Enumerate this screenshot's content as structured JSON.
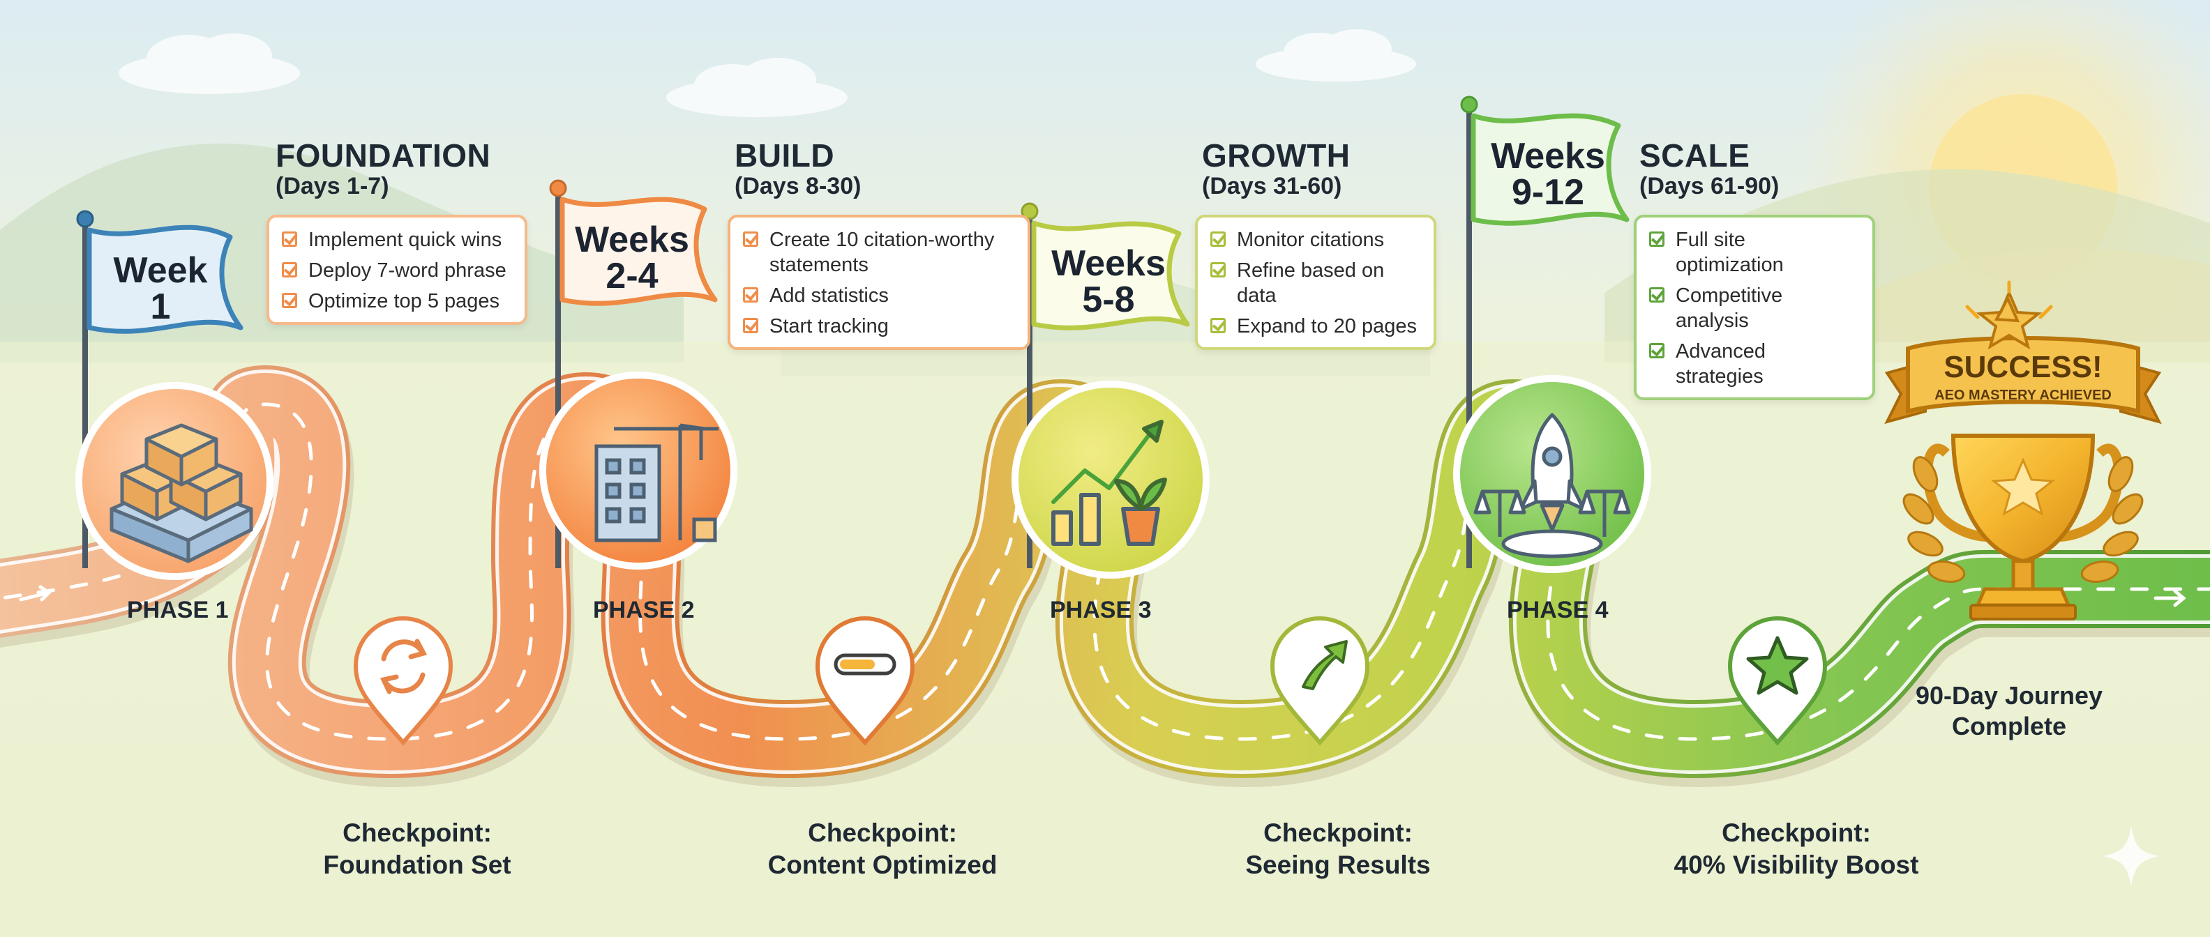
{
  "colors": {
    "phase1": "#f3a46a",
    "phase2": "#f0894a",
    "phase3": "#bccf4a",
    "phase4": "#7cc04e",
    "sky_top": "#d9eef5",
    "ground": "#eef0c9",
    "gold": "#e9a62a"
  },
  "phases": [
    {
      "title": "FOUNDATION",
      "days": "(Days 1-7)",
      "flag": [
        "Week",
        "1"
      ],
      "label": "PHASE 1",
      "icon": "blocks-icon",
      "tasks": [
        "Implement quick wins",
        "Deploy 7-word phrase",
        "Optimize top 5 pages"
      ]
    },
    {
      "title": "BUILD",
      "days": "(Days 8-30)",
      "flag": [
        "Weeks",
        "2-4"
      ],
      "label": "PHASE 2",
      "icon": "crane-building-icon",
      "tasks": [
        "Create 10 citation-worthy statements",
        "Add statistics",
        "Start tracking"
      ]
    },
    {
      "title": "GROWTH",
      "days": "(Days 31-60)",
      "flag": [
        "Weeks",
        "5-8"
      ],
      "label": "PHASE 3",
      "icon": "growth-chart-icon",
      "tasks": [
        "Monitor citations",
        "Refine based on data",
        "Expand to 20 pages"
      ]
    },
    {
      "title": "SCALE",
      "days": "(Days 61-90)",
      "flag": [
        "Weeks",
        "9-12"
      ],
      "label": "PHASE 4",
      "icon": "rocket-icon",
      "tasks": [
        "Full site optimization",
        "Competitive analysis",
        "Advanced strategies"
      ]
    }
  ],
  "checkpoints": [
    {
      "line1": "Checkpoint:",
      "line2": "Foundation Set",
      "icon": "refresh-icon"
    },
    {
      "line1": "Checkpoint:",
      "line2": "Content Optimized",
      "icon": "progress-bar-icon"
    },
    {
      "line1": "Checkpoint:",
      "line2": "Seeing Results",
      "icon": "arrow-up-icon"
    },
    {
      "line1": "Checkpoint:",
      "line2": "40% Visibility Boost",
      "icon": "star-icon"
    }
  ],
  "success": {
    "banner": "SUCCESS!",
    "sub": "AEO MASTERY ACHIEVED",
    "finish_line1": "90-Day Journey",
    "finish_line2": "Complete"
  }
}
